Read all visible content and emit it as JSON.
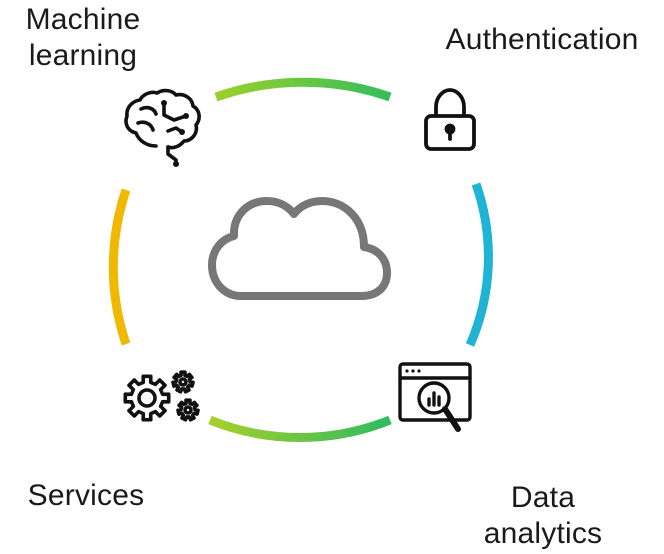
{
  "diagram": {
    "center": {
      "icon": "cloud-icon"
    },
    "nodes": {
      "machine_learning": {
        "line1": "Machine",
        "line2": "learning",
        "icon": "brain-circuit-icon"
      },
      "authentication": {
        "label": "Authentication",
        "icon": "padlock-icon"
      },
      "services": {
        "label": "Services",
        "icon": "gears-icon"
      },
      "data_analytics": {
        "line1": "Data",
        "line2": "analytics",
        "icon": "browser-magnifier-chart-icon"
      }
    },
    "colors": {
      "arc_top_start": "#9ccf2c",
      "arc_top_end": "#33be5a",
      "arc_right": "#1fb3d4",
      "arc_left": "#f0b800",
      "arc_bottom_start": "#a7cf2c",
      "arc_bottom_end": "#2fbb5e",
      "cloud_stroke": "#777777",
      "icon_stroke": "#111111"
    }
  }
}
